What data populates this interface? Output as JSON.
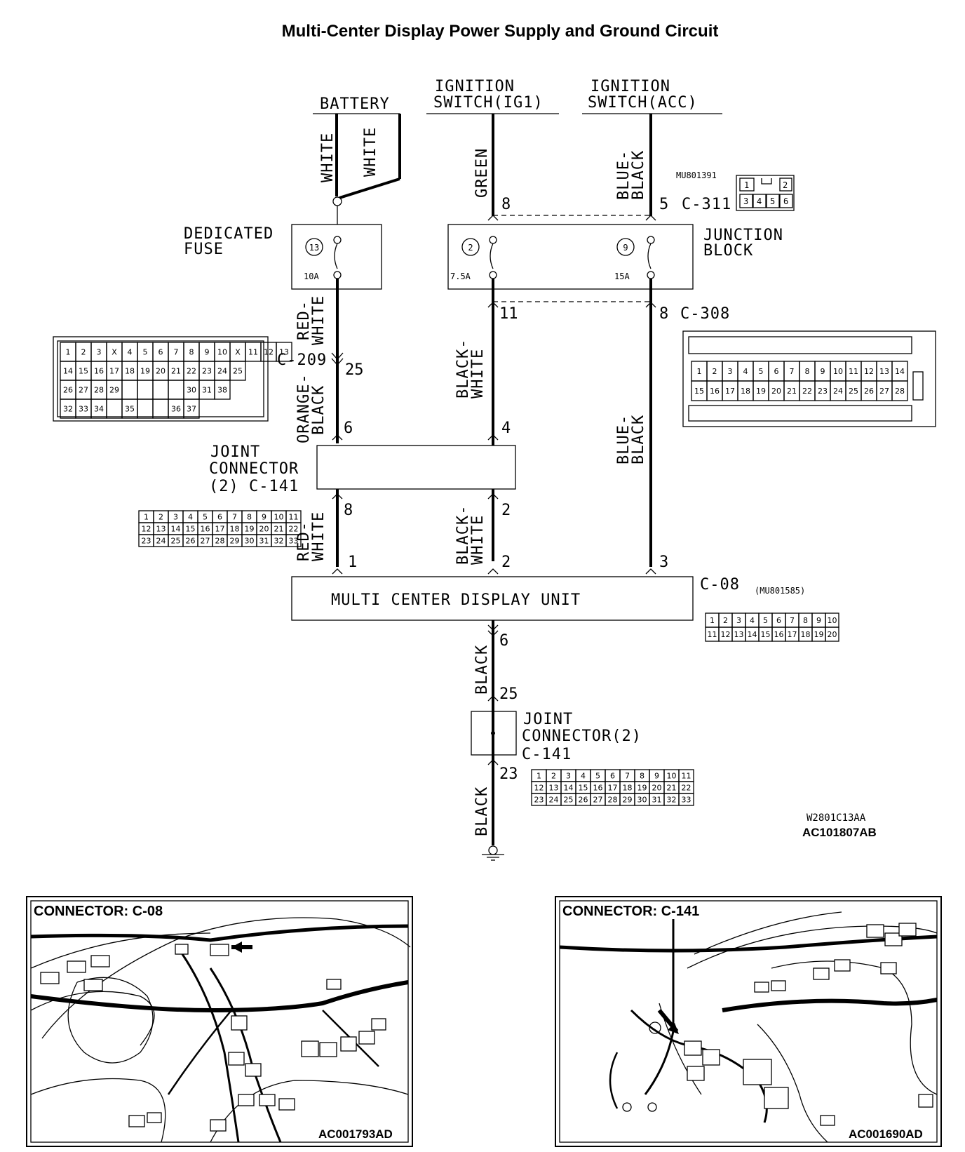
{
  "title": "Multi-Center Display Power Supply and Ground Circuit",
  "sources": {
    "battery": "BATTERY",
    "ig1_line1": "IGNITION",
    "ig1_line2": "SWITCH(IG1)",
    "acc_line1": "IGNITION",
    "acc_line2": "SWITCH(ACC)"
  },
  "wires": {
    "white": "WHITE",
    "green": "GREEN",
    "blue_black_line1": "BLUE-",
    "blue_black_line2": "BLACK",
    "red_white_line1": "RED-",
    "red_white_line2": "WHITE",
    "orange_black_line1": "ORANGE-",
    "orange_black_line2": "BLACK",
    "black_white_line1": "BLACK-",
    "black_white_line2": "WHITE",
    "black": "BLACK"
  },
  "blocks": {
    "dedicated_fuse_line1": "DEDICATED",
    "dedicated_fuse_line2": "FUSE",
    "fuse_num": "13",
    "fuse_rating": "10A",
    "junction_line1": "JUNCTION",
    "junction_line2": "BLOCK",
    "jb_fuse_a_num": "2",
    "jb_fuse_a_rating": "7.5A",
    "jb_fuse_b_num": "9",
    "jb_fuse_b_rating": "15A",
    "joint_line1": "JOINT",
    "joint_line2": "CONNECTOR",
    "joint_line3": "(2) C-141",
    "joint2_line1": "JOINT",
    "joint2_line2": "CONNECTOR(2)",
    "joint2_line3": "C-141",
    "unit": "MULTI CENTER DISPLAY UNIT"
  },
  "connectors": {
    "c311": "C-311",
    "c311_part": "MU801391",
    "c308": "C-308",
    "c209": "C-209",
    "c08": "C-08",
    "c08_part": "(MU801585)"
  },
  "pins": {
    "p8_ig1": "8",
    "p5_acc": "5",
    "p11": "11",
    "p8_c308": "8",
    "p25": "25",
    "p6": "6",
    "p4": "4",
    "p8_joint": "8",
    "p2_joint": "2",
    "p1_unit": "1",
    "p2_unit": "2",
    "p3_unit": "3",
    "p6_gnd": "6",
    "p25_gnd": "25",
    "p23_gnd": "23"
  },
  "codes": {
    "code1": "W2801C13AA",
    "code2": "AC101807AB"
  },
  "views": {
    "c08_title": "CONNECTOR: C-08",
    "c08_code": "AC001793AD",
    "c141_title": "CONNECTOR: C-141",
    "c141_code": "AC001690AD"
  }
}
